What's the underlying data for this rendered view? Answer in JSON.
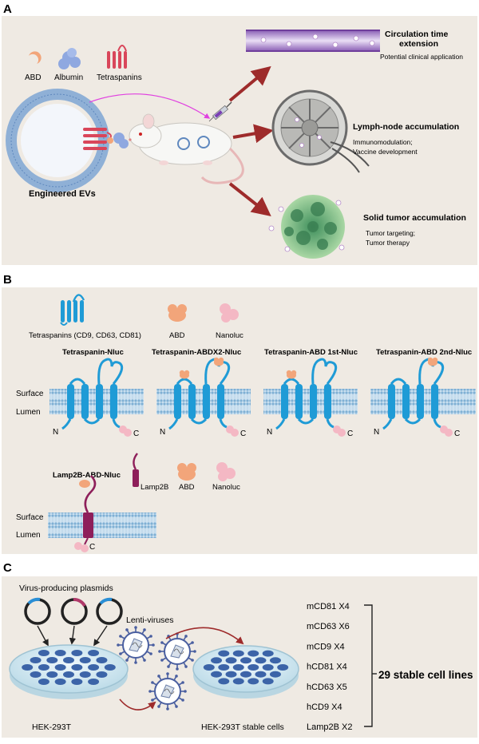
{
  "panelA": {
    "letter": "A",
    "legend": {
      "abd": "ABD",
      "albumin": "Albumin",
      "tetraspanins": "Tetraspanins"
    },
    "ev_label": "Engineered EVs",
    "outcomes": [
      {
        "title": "Circulation time",
        "title2": "extension",
        "desc": "Potential clinical application",
        "desc2": ""
      },
      {
        "title": "Lymph-node accumulation",
        "title2": "",
        "desc": "Immunomodulation;",
        "desc2": "Vaccine development"
      },
      {
        "title": "Solid tumor accumulation",
        "title2": "",
        "desc": "Tumor targeting;",
        "desc2": "Tumor therapy"
      }
    ],
    "colors": {
      "background": "#efeae3",
      "arrow": "#9e2b2b",
      "injection_arrow": "#e040e0"
    }
  },
  "panelB": {
    "letter": "B",
    "legend": {
      "tetraspanins": "Tetraspanins (CD9, CD63, CD81)",
      "abd": "ABD",
      "nanoluc": "Nanoluc"
    },
    "constructs": [
      "Tetraspanin-Nluc",
      "Tetraspanin-ABDX2-Nluc",
      "Tetraspanin-ABD 1st-Nluc",
      "Tetraspanin-ABD 2nd-Nluc"
    ],
    "surface": "Surface",
    "lumen": "Lumen",
    "n_label": "N",
    "c_label": "C",
    "lamp": {
      "construct": "Lamp2B-ABD-Nluc",
      "lamp2b": "Lamp2B",
      "abd": "ABD",
      "nanoluc": "Nanoluc",
      "surface": "Surface",
      "lumen": "Lumen",
      "c_label": "C"
    },
    "colors": {
      "tetraspanin": "#1f9bd6",
      "abd": "#f2a57a",
      "nanoluc": "#f4b8c4",
      "lamp2b": "#8e1f5a"
    }
  },
  "panelC": {
    "letter": "C",
    "plasmids": "Virus-producing plasmids",
    "lenti": "Lenti-viruses",
    "hek": "HEK-293T",
    "hek_stable": "HEK-293T stable cells",
    "cell_lines": [
      "mCD81 X4",
      "mCD63 X6",
      "mCD9 X4",
      "hCD81 X4",
      "hCD63 X5",
      "hCD9 X4",
      "Lamp2B X2"
    ],
    "total": "29 stable cell lines",
    "colors": {
      "cell": "#3c64a8",
      "dish": "#cfe6ef",
      "arrow": "#9e2b2b"
    }
  }
}
